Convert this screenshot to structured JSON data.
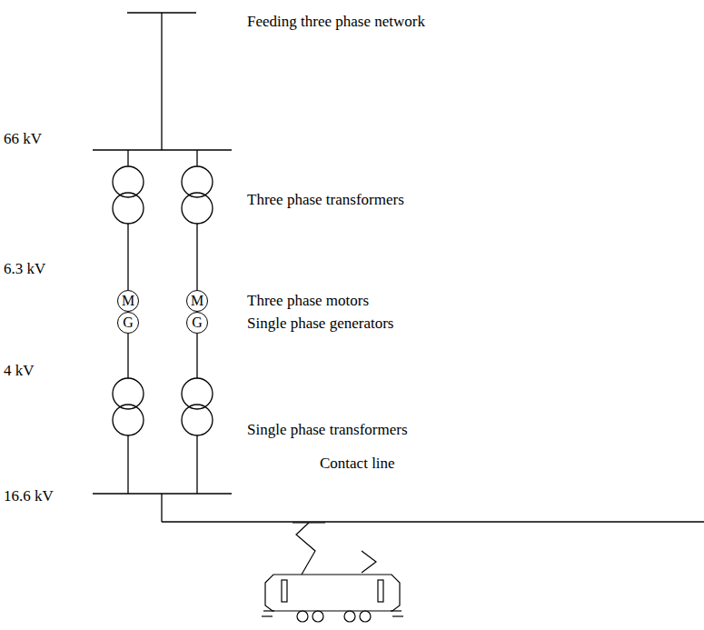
{
  "diagram": {
    "nodes": [
      {
        "text": [
          "M"
        ]
      },
      {
        "text": [
          "M"
        ]
      },
      {
        "text": [
          "G"
        ]
      },
      {
        "text": [
          "G"
        ]
      }
    ],
    "labels": [
      "Feeding three phase network",
      "66 kV",
      "Three phase transformers",
      "6.3 kV",
      "Three phase motors",
      "Single phase generators",
      "4 kV",
      "Single phase transformers",
      "16.6 kV",
      "Contact line"
    ]
  }
}
